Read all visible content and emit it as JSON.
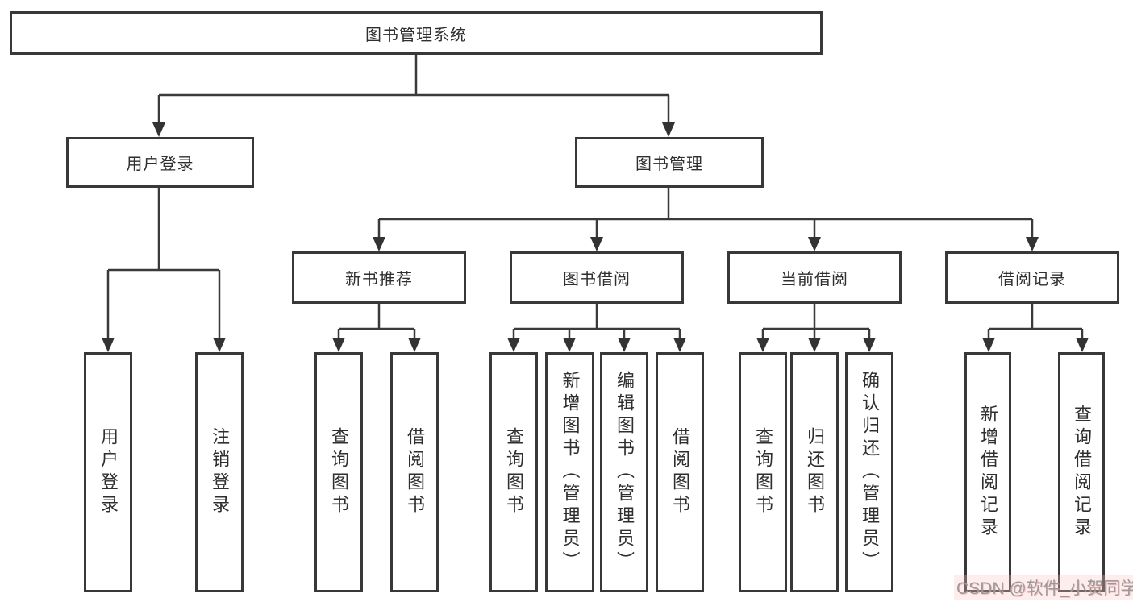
{
  "diagram": {
    "root": {
      "label": "图书管理系统"
    },
    "branches": [
      {
        "label": "用户登录",
        "leaves": [
          "用户登录",
          "注销登录"
        ]
      },
      {
        "label": "图书管理",
        "children": [
          {
            "label": "新书推荐",
            "leaves": [
              "查询图书",
              "借阅图书"
            ]
          },
          {
            "label": "图书借阅",
            "leaves": [
              "查询图书",
              "新增图书（管理员）",
              "编辑图书（管理员）",
              "借阅图书"
            ]
          },
          {
            "label": "当前借阅",
            "leaves": [
              "查询图书",
              "归还图书",
              "确认归还（管理员）"
            ]
          },
          {
            "label": "借阅记录",
            "leaves": [
              "新增借阅记录",
              "查询借阅记录"
            ]
          }
        ]
      }
    ]
  },
  "watermark": {
    "text": "CSDN @软件_小贺同学"
  },
  "colors": {
    "background": "#ffffff",
    "line": "#3a3a3a",
    "box_border": "#383838",
    "box_fill": "#ffffff",
    "text": "#2f2f2f",
    "watermark_text": "#9a9a9a",
    "watermark_tint": "#f8dcdc"
  }
}
